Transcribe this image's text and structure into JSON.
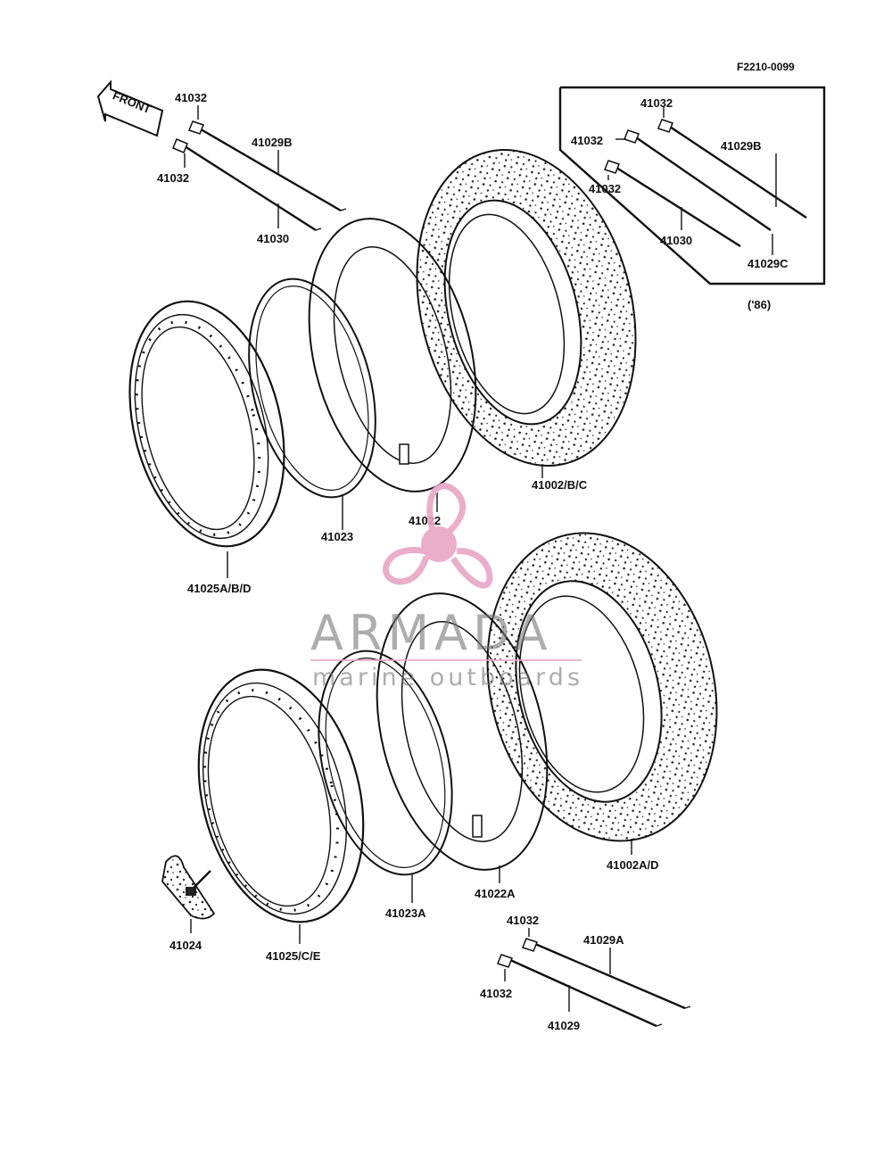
{
  "diagram": {
    "code": "F2210-0099",
    "front_arrow": "FRONT",
    "inset_note": "('86)",
    "parts": {
      "top_nipple_a": "41032",
      "top_nipple_b": "41032",
      "top_spoke_b": "41029B",
      "top_spoke": "41030",
      "inset_nipple_a": "41032",
      "inset_nipple_b": "41032",
      "inset_nipple_c": "41032",
      "inset_spoke_b": "41029B",
      "inset_spoke": "41030",
      "inset_spoke_c": "41029C",
      "rear_tire": "41002/B/C",
      "rear_tube": "41022",
      "rear_band": "41023",
      "rear_rim": "41025A/B/D",
      "front_tire": "41002A/D",
      "front_tube": "41022A",
      "front_band": "41023A",
      "front_rim": "41025/C/E",
      "tire_lock": "41024",
      "bottom_nipple_a": "41032",
      "bottom_nipple_b": "41032",
      "bottom_spoke_a": "41029A",
      "bottom_spoke": "41029"
    }
  },
  "watermark": {
    "brand": "ARMADA",
    "tagline": "marine outboards",
    "color": "#e8a6c6"
  }
}
